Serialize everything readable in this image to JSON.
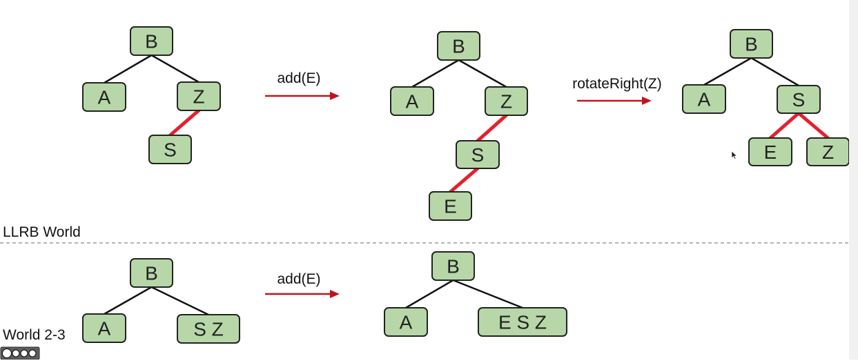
{
  "llrb": {
    "label": "LLRB World",
    "trees": [
      {
        "nodes": [
          {
            "id": "B",
            "text": "B"
          },
          {
            "id": "A",
            "text": "A"
          },
          {
            "id": "Z",
            "text": "Z"
          },
          {
            "id": "S",
            "text": "S"
          }
        ],
        "edges": [
          {
            "from": "B",
            "to": "A",
            "color": "black"
          },
          {
            "from": "B",
            "to": "Z",
            "color": "black"
          },
          {
            "from": "Z",
            "to": "S",
            "color": "red"
          }
        ]
      },
      {
        "nodes": [
          {
            "id": "B",
            "text": "B"
          },
          {
            "id": "A",
            "text": "A"
          },
          {
            "id": "Z",
            "text": "Z"
          },
          {
            "id": "S",
            "text": "S"
          },
          {
            "id": "E",
            "text": "E"
          }
        ],
        "edges": [
          {
            "from": "B",
            "to": "A",
            "color": "black"
          },
          {
            "from": "B",
            "to": "Z",
            "color": "black"
          },
          {
            "from": "Z",
            "to": "S",
            "color": "red"
          },
          {
            "from": "S",
            "to": "E",
            "color": "red"
          }
        ]
      },
      {
        "nodes": [
          {
            "id": "B",
            "text": "B"
          },
          {
            "id": "A",
            "text": "A"
          },
          {
            "id": "S",
            "text": "S"
          },
          {
            "id": "E",
            "text": "E"
          },
          {
            "id": "Z",
            "text": "Z"
          }
        ],
        "edges": [
          {
            "from": "B",
            "to": "A",
            "color": "black"
          },
          {
            "from": "B",
            "to": "S",
            "color": "black"
          },
          {
            "from": "S",
            "to": "E",
            "color": "red"
          },
          {
            "from": "S",
            "to": "Z",
            "color": "red"
          }
        ]
      }
    ],
    "operations": [
      "add(E)",
      "rotateRight(Z)"
    ]
  },
  "world23": {
    "label": "World 2-3",
    "trees": [
      {
        "nodes": [
          {
            "id": "B",
            "text": "B"
          },
          {
            "id": "A",
            "text": "A"
          },
          {
            "id": "SZ",
            "text": "S Z"
          }
        ],
        "edges": [
          {
            "from": "B",
            "to": "A",
            "color": "black"
          },
          {
            "from": "B",
            "to": "SZ",
            "color": "black"
          }
        ]
      },
      {
        "nodes": [
          {
            "id": "B",
            "text": "B"
          },
          {
            "id": "A",
            "text": "A"
          },
          {
            "id": "ESZ",
            "text": "E S Z"
          }
        ],
        "edges": [
          {
            "from": "B",
            "to": "A",
            "color": "black"
          },
          {
            "from": "B",
            "to": "ESZ",
            "color": "black"
          }
        ]
      }
    ],
    "operations": [
      "add(E)"
    ]
  },
  "colors": {
    "node_fill": "#b7d7a8",
    "node_stroke": "#222222",
    "black_link": "#111111",
    "red_link": "#e3212d",
    "arrow": "#c0141d",
    "divider": "#888888",
    "background": "#ffffff",
    "right_strip": "#f1f1f1"
  },
  "icons": {
    "cursor": "mouse-pointer-icon",
    "license_badge": "creative-commons-by-nc-sa-icon"
  }
}
